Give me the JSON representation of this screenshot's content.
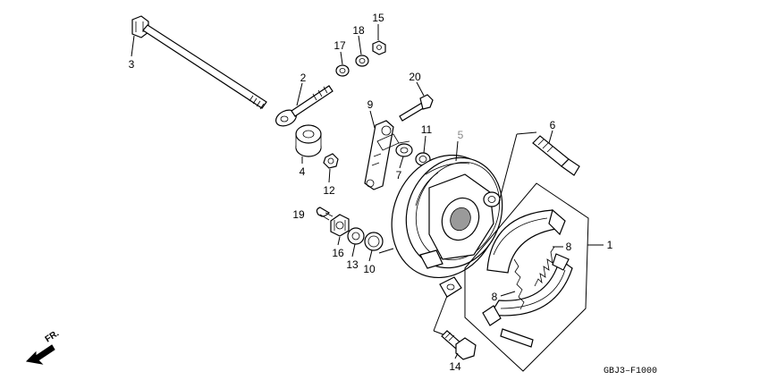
{
  "diagram": {
    "code": "GBJ3–F1000",
    "direction_label": "FR.",
    "callouts": {
      "c1": "1",
      "c2": "2",
      "c3": "3",
      "c4": "4",
      "c5": "5",
      "c6": "6",
      "c7": "7",
      "c8a": "8",
      "c8b": "8",
      "c9": "9",
      "c10": "10",
      "c11": "11",
      "c12": "12",
      "c13": "13",
      "c14": "14",
      "c15": "15",
      "c16": "16",
      "c17": "17",
      "c18": "18",
      "c19": "19",
      "c20": "20"
    }
  }
}
